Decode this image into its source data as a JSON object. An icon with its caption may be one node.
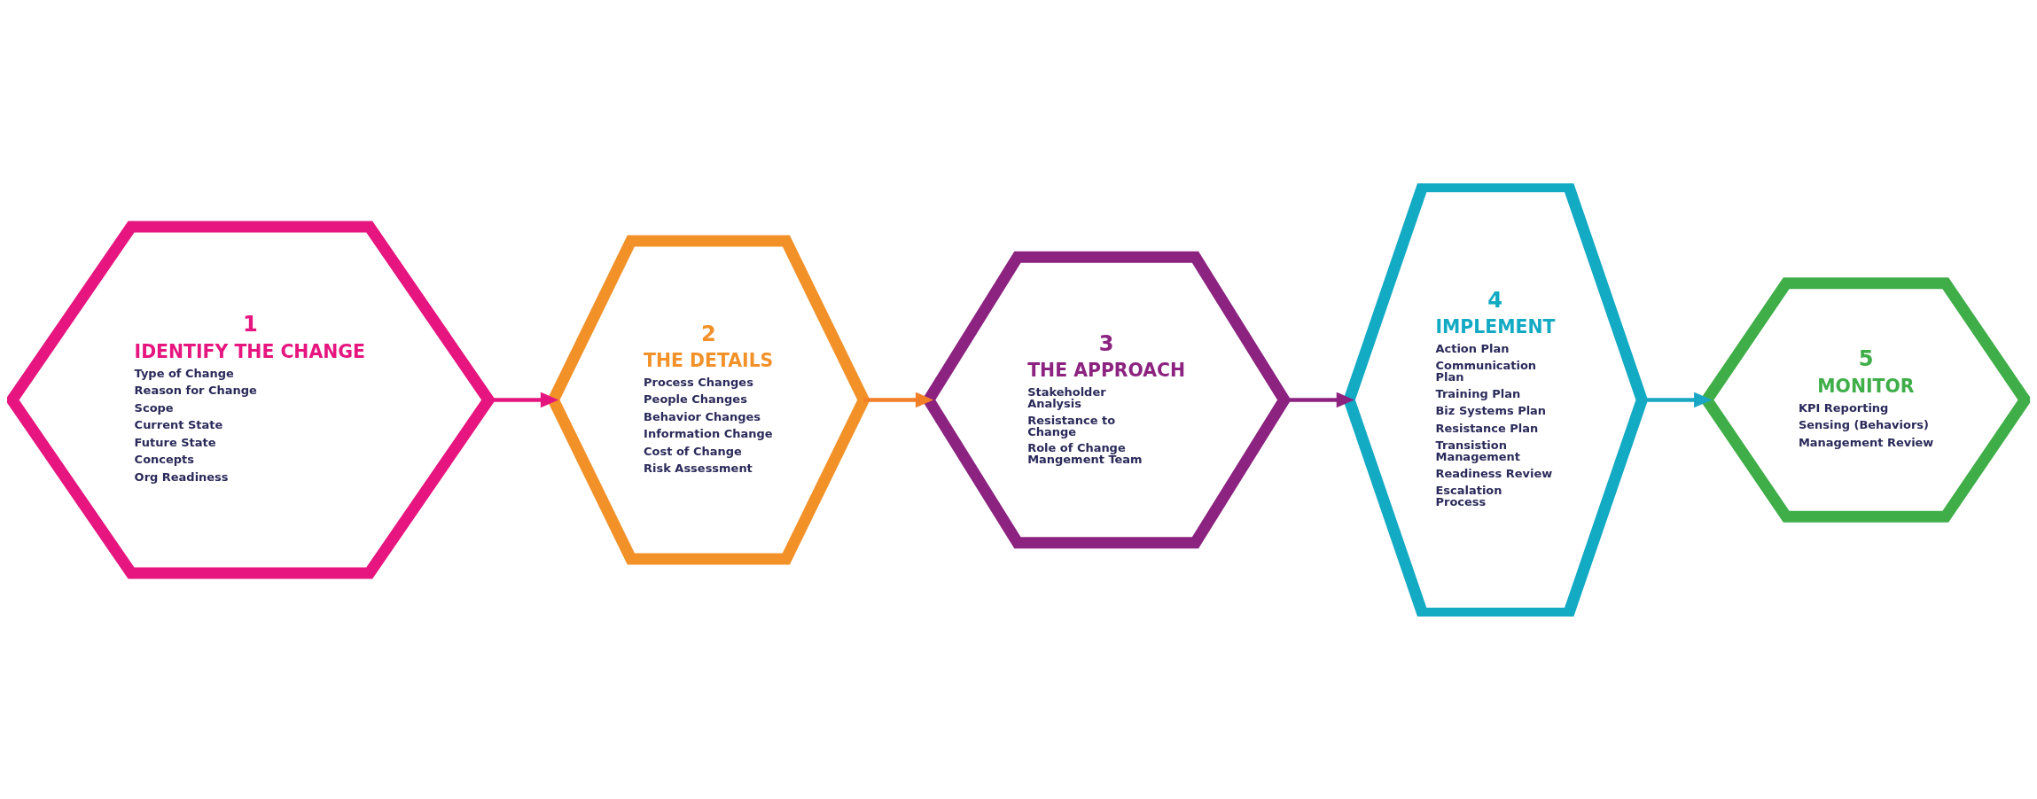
{
  "diagram": {
    "nodes": [
      {
        "text": [
          "1",
          "IDENTIFY THE CHANGE",
          "Type of Change",
          "Reason for Change",
          "Scope",
          "Current State",
          "Future State",
          "Concepts",
          "Org Readiness"
        ]
      },
      {
        "text": [
          "2",
          "THE DETAILS",
          "Process Changes",
          "People Changes",
          "Behavior Changes",
          "Information Change",
          "Cost of Change",
          "Risk Assessment"
        ]
      },
      {
        "text": [
          "3",
          "THE APPROACH",
          "Stakeholder Analysis",
          "Resistance to Change",
          "Role of Change Mangement Team"
        ]
      },
      {
        "text": [
          "4",
          "IMPLEMENT",
          "Action Plan",
          "Communication Plan",
          "Training Plan",
          "Biz Systems Plan",
          "Resistance Plan",
          "Transistion Management",
          "Readiness Review",
          "Escalation Process"
        ]
      },
      {
        "text": [
          "5",
          "MONITOR",
          "KPI Reporting",
          "Sensing (Behaviors)",
          "Management Review"
        ]
      }
    ],
    "edges": [
      {
        "from": 0,
        "to": 1,
        "arrow": "to",
        "color": "#e4157f"
      },
      {
        "from": 1,
        "to": 2,
        "arrow": "to",
        "color": "#f37f29"
      },
      {
        "from": 2,
        "to": 3,
        "arrow": "to",
        "color": "#8c2380"
      },
      {
        "from": 3,
        "to": 4,
        "arrow": "to",
        "color": "#1aa7c4"
      }
    ]
  }
}
